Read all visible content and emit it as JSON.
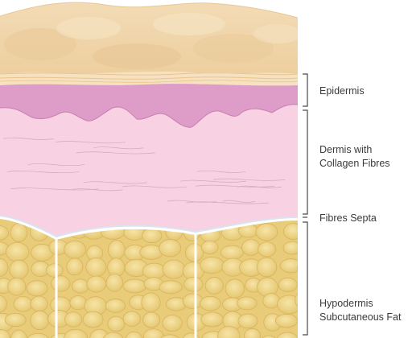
{
  "labels": {
    "epidermis": "Epidermis",
    "dermis": [
      "Dermis with",
      "Collagen Fibres"
    ],
    "septa": "Fibres Septa",
    "hypodermis": [
      "Hypodermis",
      "Subcutaneous Fat"
    ]
  },
  "colors": {
    "surface": "#f1d6ae",
    "epidermis_band": "#f6dfb8",
    "epidermis_pink": "#de9cc8",
    "dermis": "#f8d1e2",
    "fat": "#ead07f",
    "septa": "#ffffff",
    "bracket": "#4a4a4a"
  }
}
